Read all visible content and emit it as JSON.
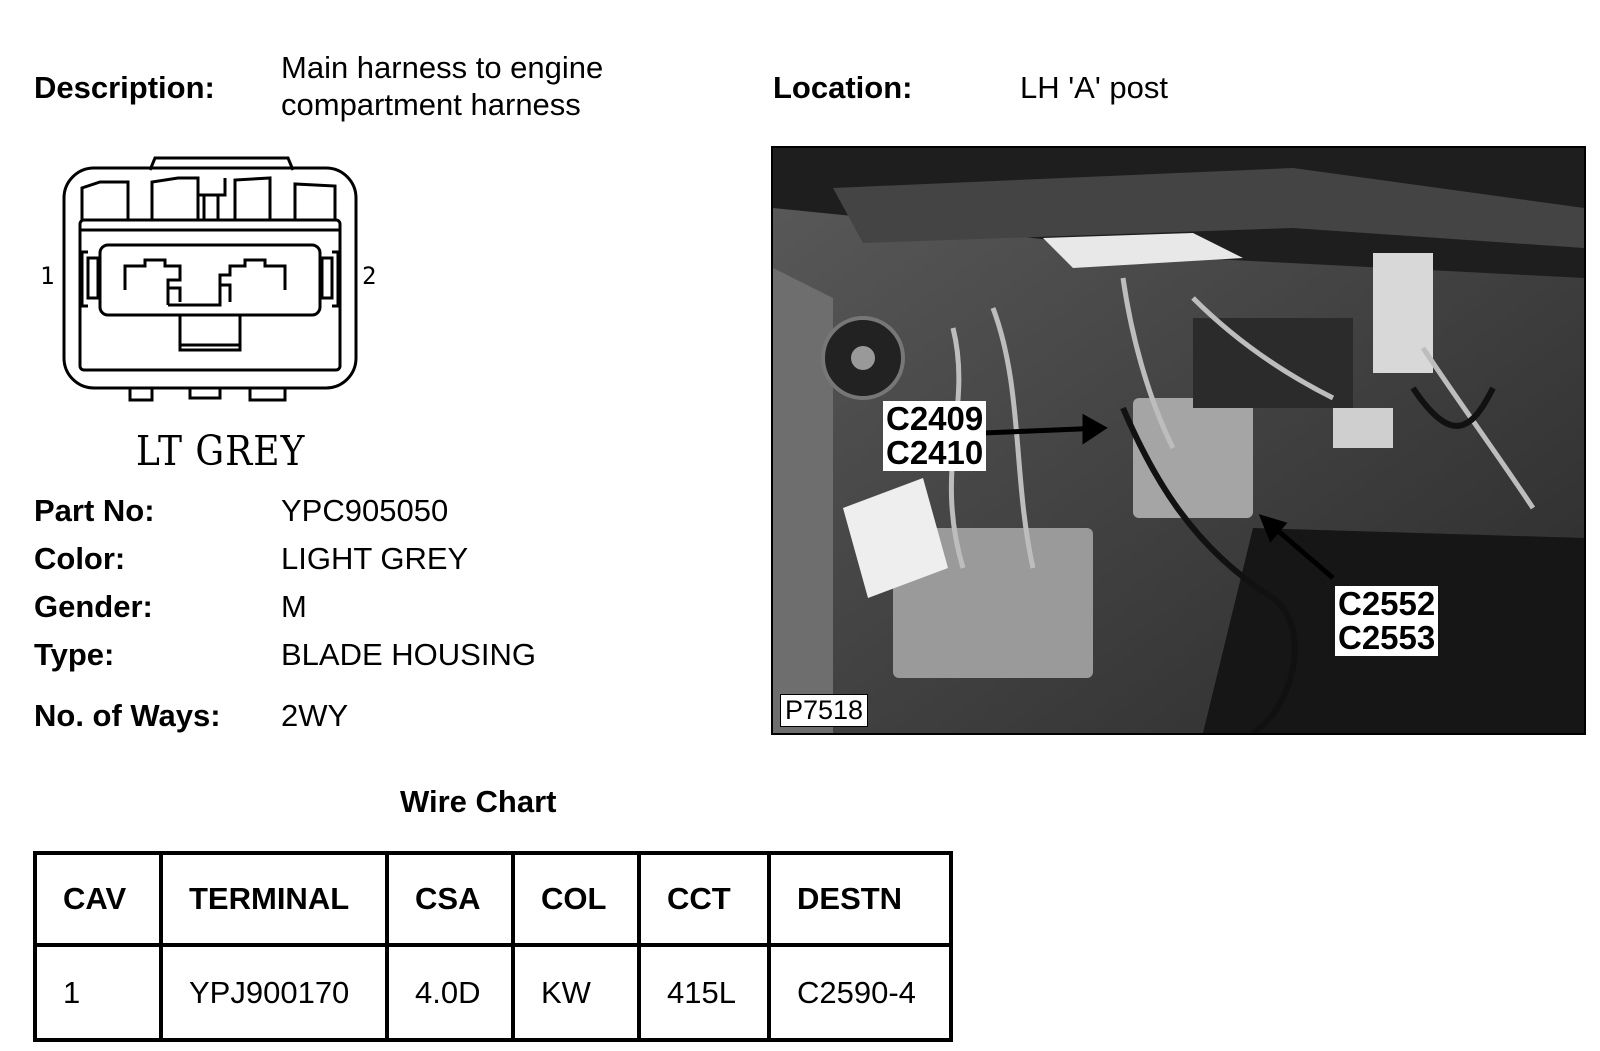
{
  "description": {
    "label": "Description:",
    "line1": "Main harness to engine",
    "line2": "compartment harness"
  },
  "location": {
    "label": "Location:",
    "value": "LH 'A' post"
  },
  "connector": {
    "pin_left": "1",
    "pin_right": "2",
    "color_caption": "LT GREY"
  },
  "details": [
    {
      "label": "Part No:",
      "value": "YPC905050"
    },
    {
      "label": "Color:",
      "value": "LIGHT GREY"
    },
    {
      "label": "Gender:",
      "value": "M"
    },
    {
      "label": "Type:",
      "value": "BLADE HOUSING"
    },
    {
      "label": "No. of Ways:",
      "value": "2WY"
    }
  ],
  "photo": {
    "callout_a_line1": "C2409",
    "callout_a_line2": "C2410",
    "callout_b_line1": "C2552",
    "callout_b_line2": "C2553",
    "photo_id": "P7518"
  },
  "wire_chart": {
    "title": "Wire Chart",
    "headers": [
      "CAV",
      "TERMINAL",
      "CSA",
      "COL",
      "CCT",
      "DESTN"
    ],
    "rows": [
      [
        "1",
        "YPJ900170",
        "4.0D",
        "KW",
        "415L",
        "C2590-4"
      ]
    ]
  }
}
